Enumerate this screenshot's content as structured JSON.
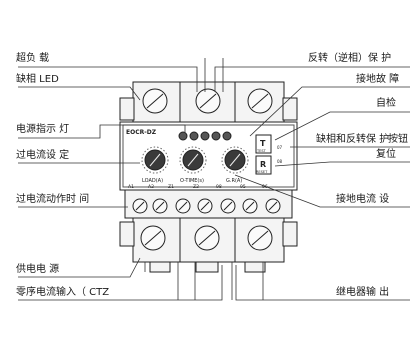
{
  "device": {
    "model": "EOCR-DZ",
    "dial_labels": [
      "LOAD(A)",
      "O-TIME(s)",
      "G.R(A)"
    ],
    "button_t": "T",
    "button_t_caption": "TEST",
    "button_r": "R",
    "button_r_caption": "RESET",
    "terminals_top": [
      "A1",
      "A2",
      "Z1",
      "Z2",
      "98",
      "95",
      "96"
    ],
    "terminals_side": [
      "07",
      "08"
    ]
  },
  "labels_left": [
    "超负 载",
    "缺相 LED",
    "电源指示 灯",
    "过电流设 定",
    "过电流动作时 间",
    "供电电 源",
    "零序电流输入（ CTZ"
  ],
  "labels_right": [
    "反转（逆相）保 护",
    "接地故 障",
    "自检",
    "缺相和反转保 护",
    "复位",
    "接地电流 设",
    "继电器输 出"
  ],
  "label_right_extra": "按钮"
}
